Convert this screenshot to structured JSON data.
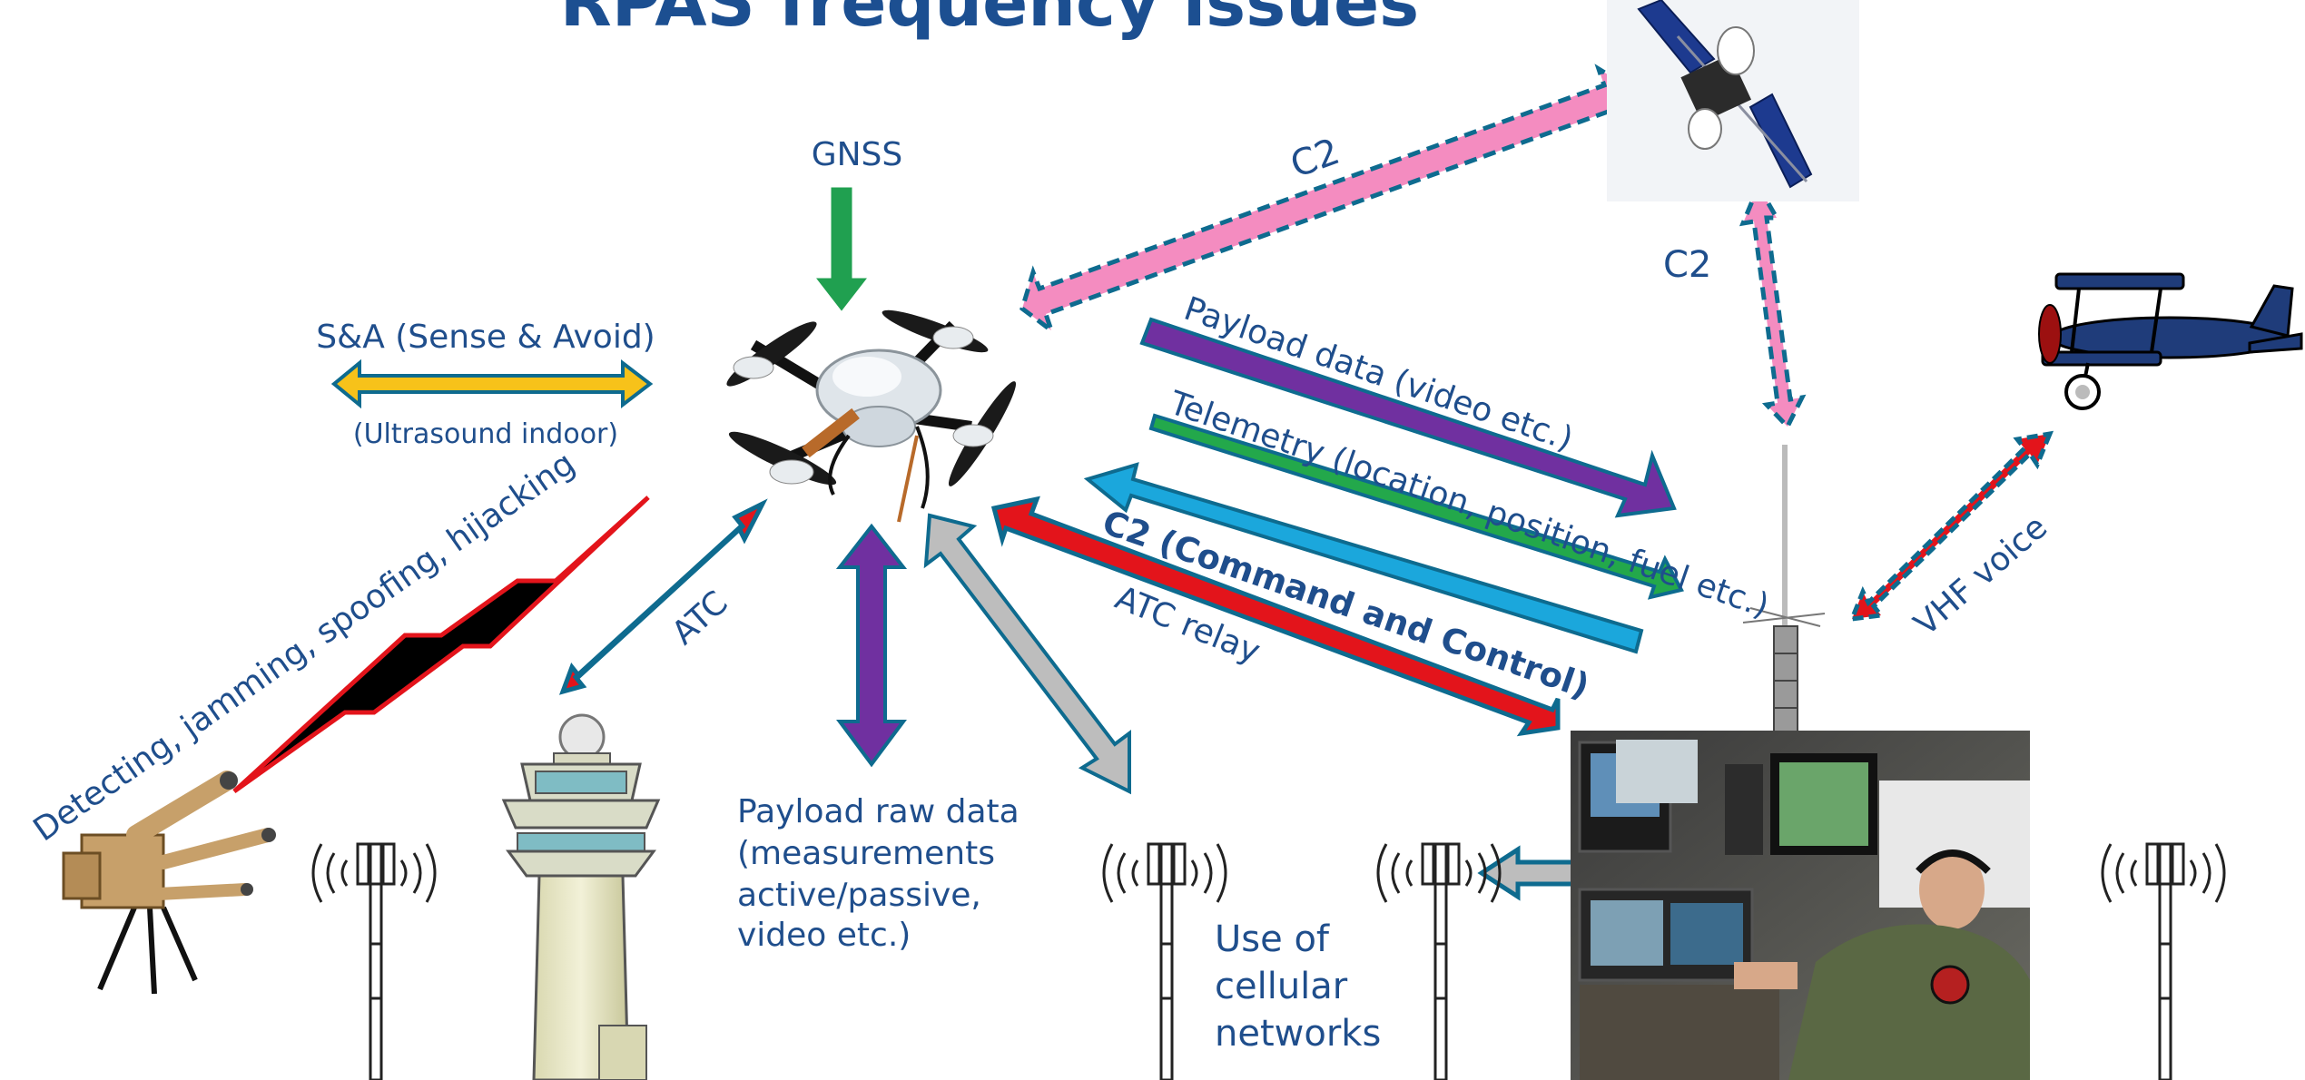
{
  "title": "RPAS frequency issues",
  "labels": {
    "gnss": "GNSS",
    "sense_avoid": "S&A (Sense & Avoid)",
    "ultrasound": "(Ultrasound indoor)",
    "detecting": "Detecting, jamming, spoofing, hijacking",
    "atc": "ATC",
    "c2_sat_drone": "C2",
    "c2_sat_ground": "C2",
    "payload_data": "Payload data (video etc.)",
    "telemetry": "Telemetry (location, position, fuel etc.)",
    "c2_command": "C2 (Command and Control)",
    "atc_relay": "ATC relay",
    "vhf_voice": "VHF voice",
    "payload_raw_1": "Payload raw data",
    "payload_raw_2": "(measurements",
    "payload_raw_3": "active/passive,",
    "payload_raw_4": "video etc.)",
    "cellular_1": "Use of",
    "cellular_2": "cellular",
    "cellular_3": "networks"
  },
  "colors": {
    "label_blue": "#1f4e8c",
    "c2_pink": "#f48cc0",
    "gnss_green": "#20a050",
    "sa_yellow": "#f7c21a",
    "payload_purple": "#7030a0",
    "telemetry_green": "#23a84b",
    "c2_cyan": "#1ba7dc",
    "atc_red": "#e3141b",
    "cellular_grey": "#b8b8b8",
    "outline_teal": "#0e6b8f"
  }
}
